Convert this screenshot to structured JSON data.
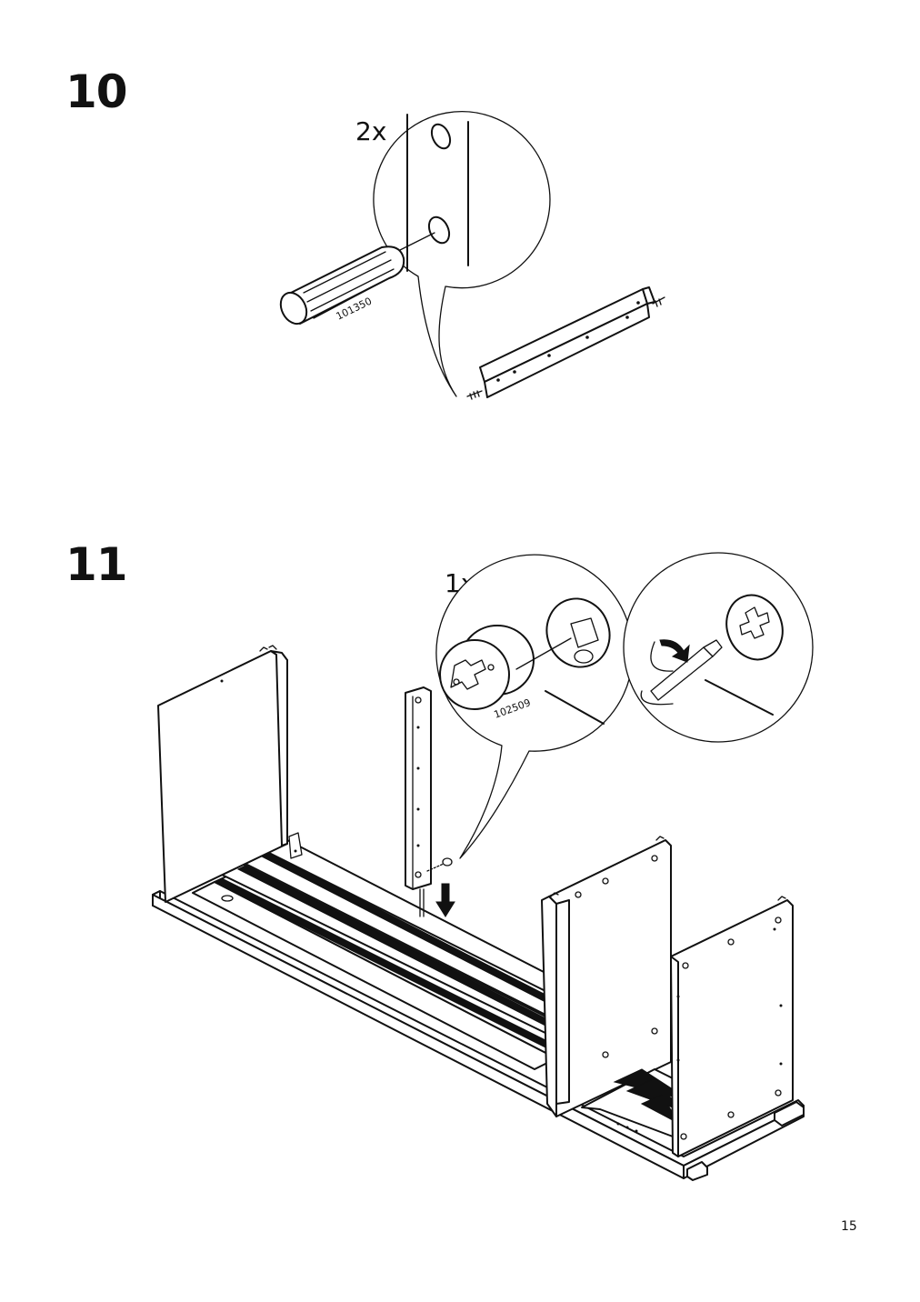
{
  "steps": [
    {
      "number": "10",
      "quantity": "2x",
      "part_number": "101350"
    },
    {
      "number": "11",
      "quantity": "1x",
      "part_number": "102509"
    }
  ],
  "page_number": "15"
}
